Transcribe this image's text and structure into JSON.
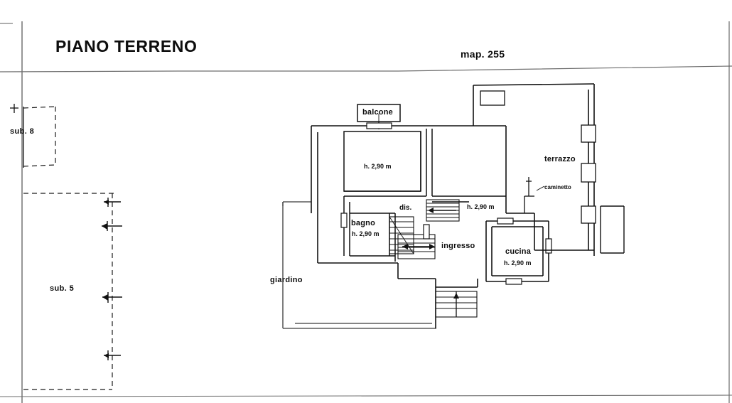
{
  "document": {
    "title": "PIANO TERRENO",
    "map_reference": "map. 255"
  },
  "parcels": [
    {
      "id": "sub8",
      "label": "sub. 8"
    },
    {
      "id": "sub5",
      "label": "sub. 5"
    }
  ],
  "outdoor": {
    "garden_label": "giardino",
    "balcony_label": "balcone",
    "terrace_label": "terrazzo",
    "fireplace_label": "caminetto"
  },
  "rooms": [
    {
      "id": "camera",
      "label": "",
      "height": "h. 2,90 m"
    },
    {
      "id": "bagno",
      "label": "bagno",
      "height": "h. 2,90 m"
    },
    {
      "id": "disimpegno",
      "label": "dis.",
      "height": ""
    },
    {
      "id": "corridoio",
      "label": "",
      "height": "h. 2,90 m"
    },
    {
      "id": "ingresso",
      "label": "ingresso",
      "height": ""
    },
    {
      "id": "cucina",
      "label": "cucina",
      "height": "h. 2,90 m"
    }
  ],
  "colors": {
    "ink": "#111111",
    "paper": "#ffffff",
    "light_line": "#8d8d8d"
  }
}
